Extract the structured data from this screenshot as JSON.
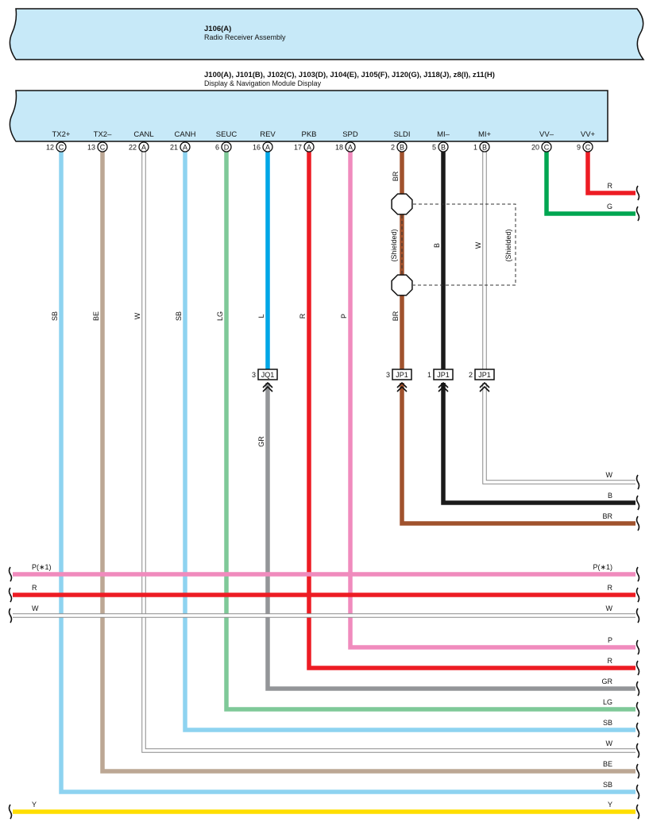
{
  "radio_box": {
    "id": "J106(A)",
    "name": "Radio Receiver Assembly"
  },
  "display_box": {
    "connectors": "J100(A), J101(B), J102(C), J103(D), J104(E), J105(F), J120(G), J118(J), z8(I), z11(H)",
    "name": "Display & Navigation Module Display"
  },
  "colors": {
    "SB": "#8ed3f0",
    "BE": "#bca794",
    "W": "#ffffff",
    "LG": "#7fc998",
    "L": "#00a6e6",
    "R": "#ed1c24",
    "P": "#f08bbd",
    "BR": "#a0522d",
    "B": "#1a1a1a",
    "G": "#00a651",
    "GR": "#939598",
    "Y": "#ffde00",
    "box_fill": "#c7e9f8"
  },
  "pins": [
    {
      "id": "tx2p",
      "signal": "TX2+",
      "num": "12",
      "conn": "C",
      "wire": "SB"
    },
    {
      "id": "tx2m",
      "signal": "TX2–",
      "num": "13",
      "conn": "C",
      "wire": "BE"
    },
    {
      "id": "canl",
      "signal": "CANL",
      "num": "22",
      "conn": "A",
      "wire": "W"
    },
    {
      "id": "canh",
      "signal": "CANH",
      "num": "21",
      "conn": "A",
      "wire": "SB"
    },
    {
      "id": "seuc",
      "signal": "SEUC",
      "num": "6",
      "conn": "D",
      "wire": "LG"
    },
    {
      "id": "rev",
      "signal": "REV",
      "num": "16",
      "conn": "A",
      "wire": "L"
    },
    {
      "id": "pkb",
      "signal": "PKB",
      "num": "17",
      "conn": "A",
      "wire": "R"
    },
    {
      "id": "spd",
      "signal": "SPD",
      "num": "18",
      "conn": "A",
      "wire": "P"
    },
    {
      "id": "sldi",
      "signal": "SLDI",
      "num": "2",
      "conn": "B",
      "wire": "BR"
    },
    {
      "id": "mim",
      "signal": "MI–",
      "num": "5",
      "conn": "B",
      "wire": "B"
    },
    {
      "id": "mip",
      "signal": "MI+",
      "num": "1",
      "conn": "B",
      "wire": "W"
    },
    {
      "id": "vvm",
      "signal": "VV–",
      "num": "20",
      "conn": "C",
      "wire": "G"
    },
    {
      "id": "vvp",
      "signal": "VV+",
      "num": "9",
      "conn": "C",
      "wire": "R"
    }
  ],
  "shielded_label": "(Shielded)",
  "junctions": [
    {
      "id": "jq1",
      "label": "JQ1",
      "pin": "3"
    },
    {
      "id": "jp1a",
      "label": "JP1",
      "pin": "3"
    },
    {
      "id": "jp1b",
      "label": "JP1",
      "pin": "1"
    },
    {
      "id": "jp1c",
      "label": "JP1",
      "pin": "2"
    }
  ],
  "vertical_wire_labels": {
    "tx2p": "SB",
    "tx2m": "BE",
    "canl": "W",
    "canh": "SB",
    "seuc": "LG",
    "rev": "L",
    "pkb": "R",
    "spd": "P",
    "sldi_top": "BR",
    "sldi_bottom": "BR",
    "mim": "B",
    "mip": "W",
    "jq1_out": "GR"
  },
  "right_labels": {
    "vvp": "R",
    "vvm": "G",
    "mip": "W",
    "mim": "B",
    "sldi": "BR",
    "spd": "P",
    "pkb": "R",
    "rev": "GR",
    "seuc": "LG",
    "canh": "SB",
    "canl": "W",
    "tx2m": "BE",
    "tx2p": "SB"
  },
  "through_wires": [
    {
      "id": "p1",
      "left": "P(∗1)",
      "right": "P(∗1)",
      "wire": "P"
    },
    {
      "id": "r",
      "left": "R",
      "right": "R",
      "wire": "R"
    },
    {
      "id": "w",
      "left": "W",
      "right": "W",
      "wire": "W"
    },
    {
      "id": "y",
      "left": "Y",
      "right": "Y",
      "wire": "Y"
    }
  ]
}
